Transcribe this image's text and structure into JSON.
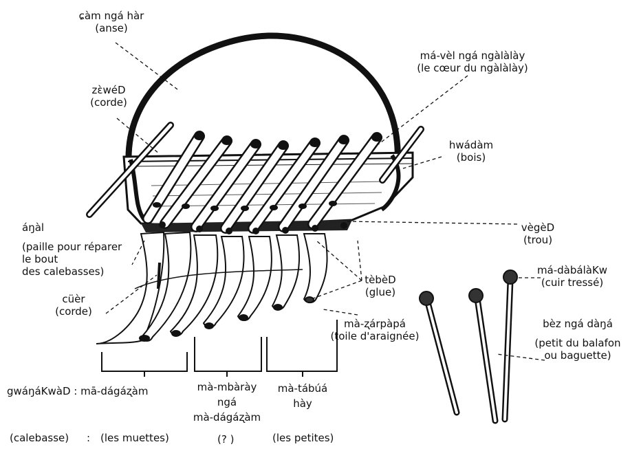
{
  "labels": {
    "anse": {
      "term": "ɕàm ngá hàr",
      "gloss": "(anse)"
    },
    "corde_top": {
      "term": "zɛ̀wéD",
      "gloss": "(corde)"
    },
    "coeur": {
      "term": "má-vèl ngá ngàlàlày",
      "gloss": "(le cœur du ngàlàlày)"
    },
    "bois": {
      "term": "hwádàm",
      "gloss": "(bois)"
    },
    "paille": {
      "term": "áŋàl",
      "gloss1": "(paille pour réparer",
      "gloss2": "le bout",
      "gloss3": "des calebasses)"
    },
    "trou": {
      "term": "vègèD",
      "gloss": "(trou)"
    },
    "glue": {
      "term": "tèbèD",
      "gloss": "(glue)"
    },
    "corde_bottom": {
      "term": "cüèr",
      "gloss": "(corde)"
    },
    "toile": {
      "term": "mà-ʐárpàpá",
      "gloss": "(toile d'araignée)"
    },
    "cuir": {
      "term": "má-dàbálàKw",
      "gloss": "(cuir tressé)"
    },
    "baguette": {
      "term": "bèz ngá dàŋá",
      "gloss1": "(petit du balafon",
      "gloss2": "ou baguette)"
    }
  },
  "bottom": {
    "row_term": "gwáŋáKwàD : mā-dágáʐàm",
    "middle_term1": "mà-mbàrày",
    "middle_term2": "ngá",
    "middle_term3": "mà-dágáʐàm",
    "right_term1": "mà-tábúá",
    "right_term2": "hày",
    "calebasse": "(calebasse)",
    "colon": ":",
    "muettes": "(les muettes)",
    "question": "(? )",
    "petites": "(les petites)"
  }
}
